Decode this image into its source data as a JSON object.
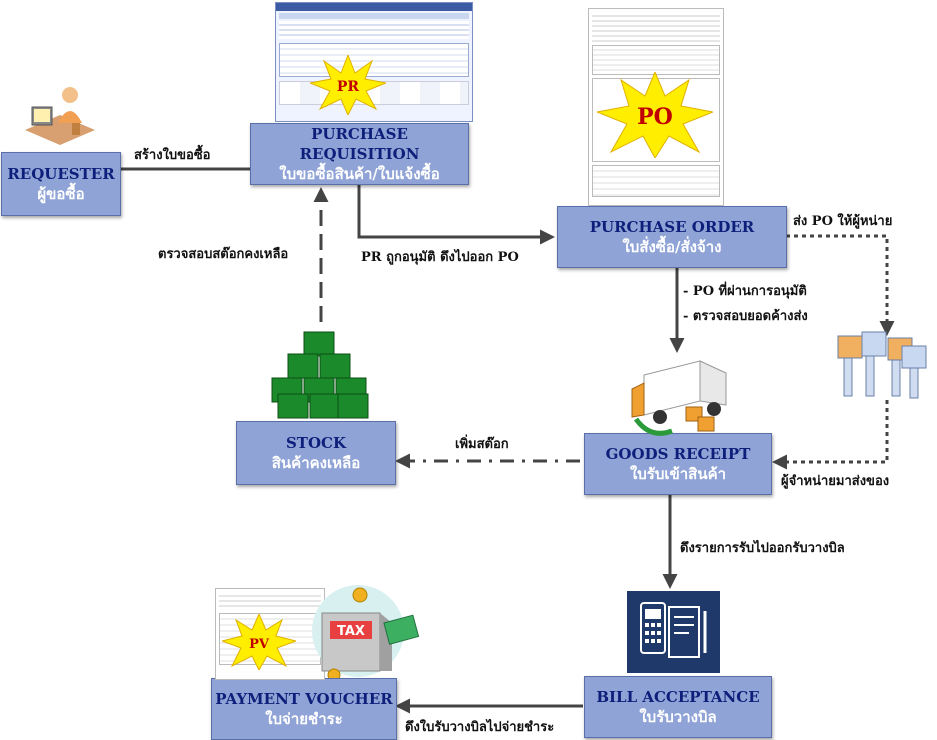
{
  "boxes": {
    "requester": {
      "title": "REQUESTER",
      "subtitle": "ผู้ขอซื้อ"
    },
    "purchase_requisition": {
      "title": "PURCHASE REQUISITION",
      "subtitle": "ใบขอซื้อสินค้า/ใบแจ้งซื้อ"
    },
    "purchase_order": {
      "title": "PURCHASE ORDER",
      "subtitle": "ใบสั่งซื้อ/สั่งจ้าง"
    },
    "stock": {
      "title": "STOCK",
      "subtitle": "สินค้าคงเหลือ"
    },
    "goods_receipt": {
      "title": "GOODS RECEIPT",
      "subtitle": "ใบรับเข้าสินค้า"
    },
    "bill_acceptance": {
      "title": "BILL ACCEPTANCE",
      "subtitle": "ใบรับวางบิล"
    },
    "payment_voucher": {
      "title": "PAYMENT VOUCHER",
      "subtitle": "ใบจ่ายชำระ"
    }
  },
  "labels": {
    "create_pr": "สร้างใบขอซื้อ",
    "pr_approved": "PR ถูกอนุมัติ ดึงไปออก PO",
    "check_stock": "ตรวจสอบสต๊อกคงเหลือ",
    "send_po": "ส่ง PO ให้ผู้หน่าย",
    "po_approved": "- PO ที่ผ่านการอนุมัติ",
    "check_backorder": "- ตรวจสอบยอดค้างส่ง",
    "add_stock": "เพิ่มสต๊อก",
    "vendor_delivers": "ผู้จำหน่ายมาส่งของ",
    "pull_to_billing": "ดึงรายการรับไปออกรับวางบิล",
    "pull_to_payment": "ดึงใบรับวางบิลไปจ่ายชำระ"
  },
  "stamps": {
    "pr": "PR",
    "po": "PO",
    "pv": "PV",
    "tax": "TAX"
  },
  "colors": {
    "box_fill": "#8fa3d6",
    "box_title": "#0d1f7a",
    "arrow": "#444444",
    "star": "#ffee00"
  }
}
